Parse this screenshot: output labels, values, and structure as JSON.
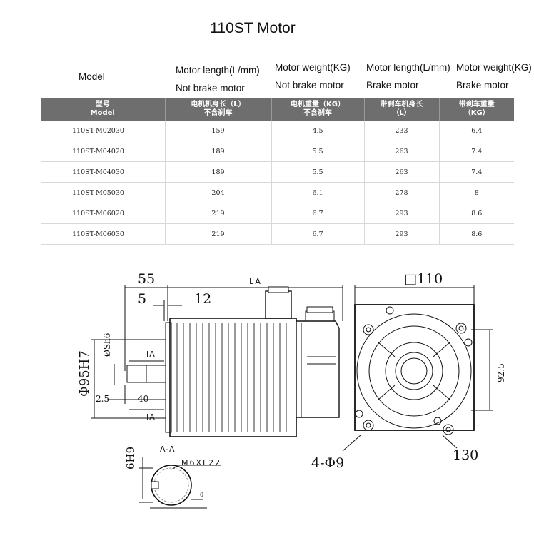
{
  "title": "110ST Motor",
  "headers": {
    "model": "Model",
    "col1_line1": "Motor length(L/mm)",
    "col1_line2": "Not brake motor",
    "col2_line1": "Motor weight(KG)",
    "col2_line2": "Not brake motor",
    "col3_line1": "Motor length(L/mm)",
    "col3_line2": "Brake motor",
    "col4_line1": "Motor weight(KG)",
    "col4_line2": "Brake motor"
  },
  "table": {
    "columns": [
      {
        "line1": "型号",
        "line2": "Model"
      },
      {
        "line1": "电机机身长（L）",
        "line2": "不含刹车"
      },
      {
        "line1": "电机重量（KG）",
        "line2": "不含刹车"
      },
      {
        "line1": "带刹车机身长",
        "line2": "（L）"
      },
      {
        "line1": "带刹车重量",
        "line2": "（KG）"
      }
    ],
    "rows": [
      {
        "model": "110ST-M02030",
        "length": "159",
        "weight": "4.5",
        "brake_length": "233",
        "brake_weight": "6.4"
      },
      {
        "model": "110ST-M04020",
        "length": "189",
        "weight": "5.5",
        "brake_length": "263",
        "brake_weight": "7.4"
      },
      {
        "model": "110ST-M04030",
        "length": "189",
        "weight": "5.5",
        "brake_length": "263",
        "brake_weight": "7.4"
      },
      {
        "model": "110ST-M05030",
        "length": "204",
        "weight": "6.1",
        "brake_length": "278",
        "brake_weight": "8"
      },
      {
        "model": "110ST-M06020",
        "length": "219",
        "weight": "6.7",
        "brake_length": "293",
        "brake_weight": "8.6"
      },
      {
        "model": "110ST-M06030",
        "length": "219",
        "weight": "6.7",
        "brake_length": "293",
        "brake_weight": "8.6"
      }
    ]
  },
  "drawing": {
    "dim_55": "55",
    "dim_5": "5",
    "dim_12": "12",
    "dim_la": "LA",
    "dim_square": "□110",
    "dim_phi95": "Φ95H7",
    "dim_shaft": "ØSh6",
    "dim_ia_top": "IA",
    "dim_ia_bottom": "IA",
    "dim_2_5": "2.5",
    "dim_40": "40",
    "dim_92_5": "92.5",
    "dim_130": "130",
    "dim_holes": "4-Φ9",
    "dim_6h9": "6H9",
    "section": "A-A",
    "thread": "M6XL22",
    "dim_small": "0"
  }
}
